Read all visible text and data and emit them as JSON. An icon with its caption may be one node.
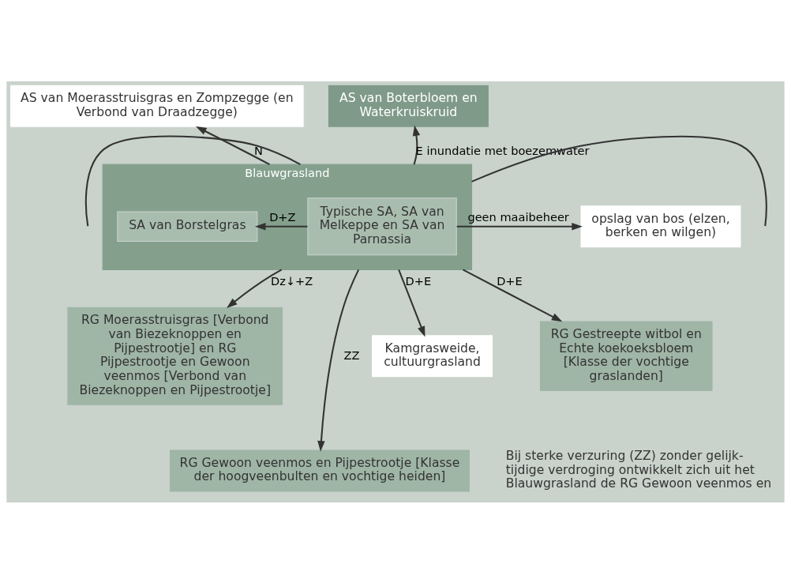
{
  "diagram": {
    "nodes": [
      {
        "text": [
          "AS van Moerasstruisgras en Zompzegge (en Verbond van Draadzegge)"
        ]
      },
      {
        "text": [
          "AS van Boterbloem en Waterkruiskruid"
        ]
      },
      {
        "text": [
          "Blauwgrasland"
        ]
      },
      {
        "text": [
          "SA van Borstelgras"
        ],
        "in": 2
      },
      {
        "text": [
          "Typische SA, SA van Melkeppe en SA van Parnassia"
        ],
        "in": 2
      },
      {
        "text": [
          "opslag van bos (elzen, berken en wilgen)"
        ]
      },
      {
        "text": [
          "RG Moerasstruisgras [Verbond van Biezeknoppen en Pijpestrootje] en RG Pijpestrootje en Gewoon veenmos [Verbond van Biezeknoppen en Pijpestrootje]"
        ]
      },
      {
        "text": [
          "RG Gestreepte witbol en Echte koekoeksbloem [Klasse der vochtige graslanden]"
        ]
      },
      {
        "text": [
          "Kamgrasweide, cultuurgrasland"
        ]
      },
      {
        "text": [
          "RG Gewoon veenmos en Pijpestrootje [Klasse der hoogveenbulten en vochtige heiden]"
        ]
      }
    ],
    "edges": [
      {
        "from": 2,
        "to": 0,
        "label": "N",
        "arrow": "to"
      },
      {
        "from": 2,
        "to": 1,
        "label": "E inundatie met boezemwater",
        "arrow": "to"
      },
      {
        "from": 4,
        "to": 3,
        "label": "D+Z",
        "arrow": "to"
      },
      {
        "from": 4,
        "to": 5,
        "label": "geen maaibeheer",
        "arrow": "to"
      },
      {
        "from": 2,
        "to": 6,
        "label": "Dz↓+Z",
        "arrow": "to"
      },
      {
        "from": 2,
        "to": 9,
        "label": "ZZ",
        "arrow": "to"
      },
      {
        "from": 2,
        "to": 7,
        "label": "D+E",
        "arrow": "to"
      },
      {
        "from": 2,
        "to": 8,
        "label": "D+E",
        "arrow": "to"
      },
      {
        "from": null,
        "to": 2,
        "arrow": "none"
      },
      {
        "from": 2,
        "to": null,
        "arrow": "none"
      }
    ],
    "labels": [
      "Bij sterke verzuring (ZZ) zonder gelijk- tijdige verdroging ontwikkelt zich uit het Blauwgrasland de RG Gewoon veenmos en"
    ]
  }
}
